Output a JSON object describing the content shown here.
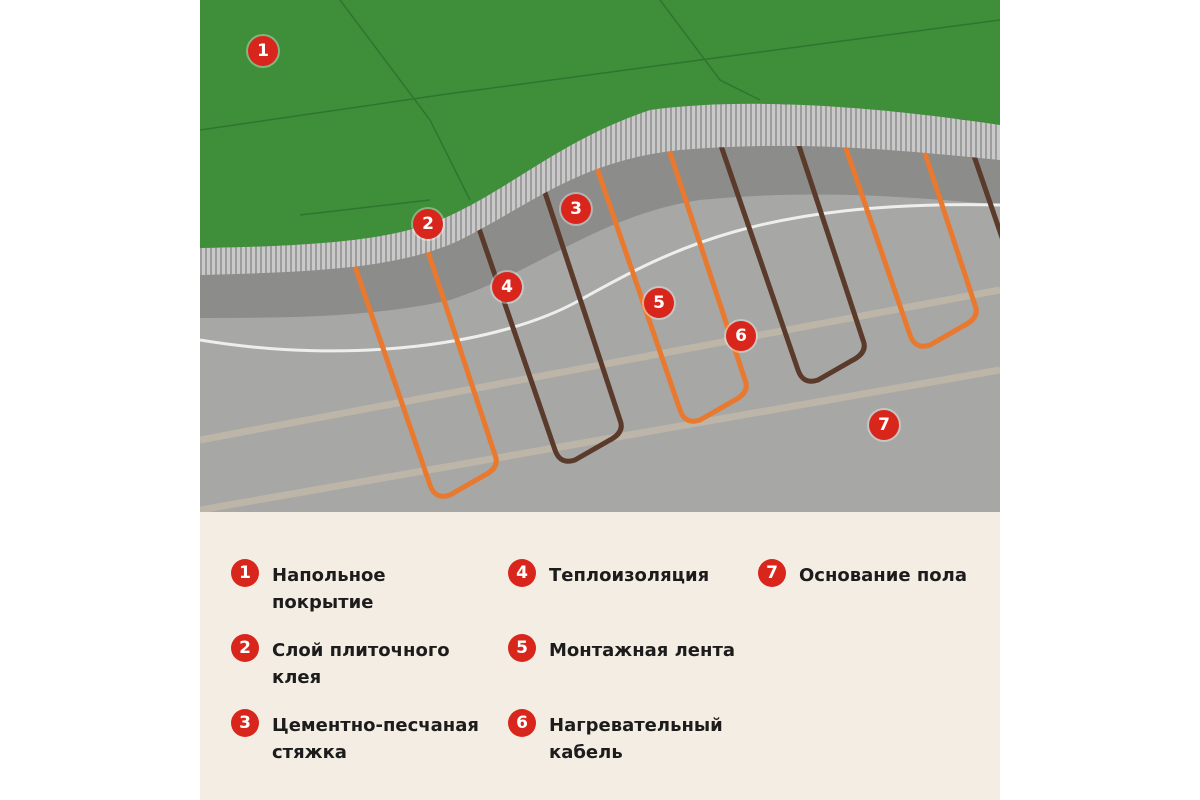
{
  "colors": {
    "accent": "#d9261c",
    "grass": "#3f8f3a",
    "cable_orange": "#e8792f",
    "cable_brown": "#5a3a2a",
    "legend_bg": "#f4ede3"
  },
  "markers": [
    "1",
    "2",
    "3",
    "4",
    "5",
    "6",
    "7"
  ],
  "legend": [
    {
      "num": "1",
      "label": "Напольное покрытие"
    },
    {
      "num": "2",
      "label": "Слой плиточного клея"
    },
    {
      "num": "3",
      "label": "Цементно-песчаная стяжка"
    },
    {
      "num": "4",
      "label": "Теплоизоляция"
    },
    {
      "num": "5",
      "label": "Монтажная лента"
    },
    {
      "num": "6",
      "label": "Нагревательный кабель"
    },
    {
      "num": "7",
      "label": "Основание пола"
    }
  ]
}
